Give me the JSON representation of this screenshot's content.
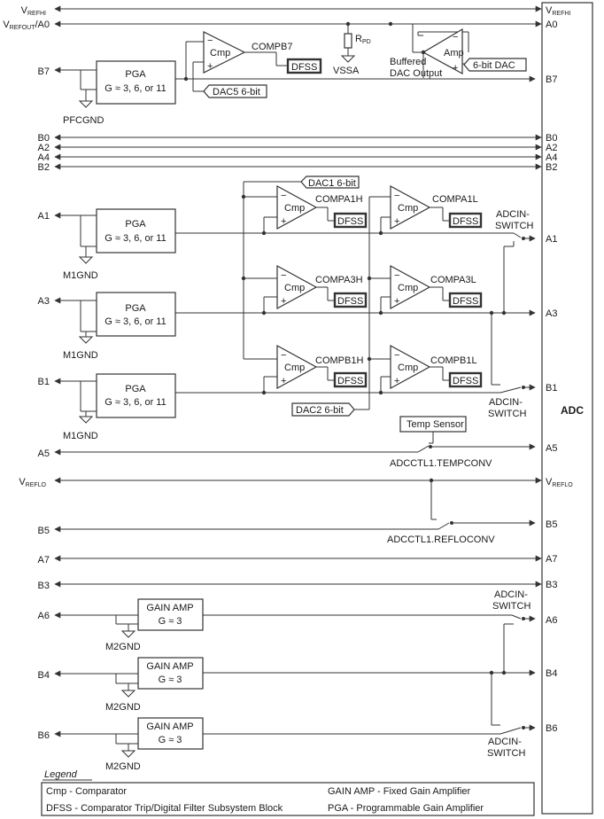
{
  "adc_label": "ADC",
  "left_pins": {
    "vrefhi": "V",
    "vrefhi_sub": "REFHI",
    "vrefout": "V",
    "vrefout_sub": "REFOUT",
    "vrefout_suffix": "/A0",
    "b7": "B7",
    "b0": "B0",
    "a2": "A2",
    "a4": "A4",
    "b2": "B2",
    "a1": "A1",
    "a3": "A3",
    "b1": "B1",
    "a5": "A5",
    "vreflo": "V",
    "vreflo_sub": "REFLO",
    "b5": "B5",
    "a7": "A7",
    "b3": "B3",
    "a6": "A6",
    "b4": "B4",
    "b6": "B6"
  },
  "adc_pins": {
    "vrefhi": "V",
    "vrefhi_sub": "REFHI",
    "a0": "A0",
    "b7": "B7",
    "b0": "B0",
    "a2": "A2",
    "a4": "A4",
    "b2": "B2",
    "a1": "A1",
    "a3": "A3",
    "b1": "B1",
    "a5": "A5",
    "vreflo": "V",
    "vreflo_sub": "REFLO",
    "b5": "B5",
    "a7": "A7",
    "b3": "B3",
    "a6": "A6",
    "b4": "B4",
    "b6": "B6"
  },
  "pga": {
    "title": "PGA",
    "gain": "G ≈ 3, 6, or 11"
  },
  "gain_amp": {
    "title": "GAIN AMP",
    "gain": "G ≈ 3"
  },
  "grounds": {
    "pfcgnd": "PFCGND",
    "m1gnd_a": "M1GND",
    "m1gnd_b": "M1GND",
    "m2gnd_a": "M2GND",
    "m2gnd_b": "M2GND",
    "m2gnd_c": "M2GND",
    "vssa": "VSSA"
  },
  "comparators": {
    "cmp_text": "Cmp",
    "dfss_text": "DFSS",
    "compb7": "COMPB7",
    "compa1h": "COMPA1H",
    "compa1l": "COMPA1L",
    "compa3h": "COMPA3H",
    "compa3l": "COMPA3L",
    "compb1h": "COMPB1H",
    "compb1l": "COMPB1L"
  },
  "dacs": {
    "dac5": "DAC5 6-bit",
    "dac1": "DAC1 6-bit",
    "dac2": "DAC2 6-bit",
    "dac6": "6-bit DAC"
  },
  "amp": {
    "text": "Amp",
    "buffered_1": "Buffered",
    "buffered_2": "DAC Output"
  },
  "rpd": {
    "main": "R",
    "sub": "PD"
  },
  "switches": {
    "adcin_1": "ADCIN-",
    "adcin_2": "SWITCH"
  },
  "temp_sensor": "Temp Sensor",
  "tempconv": "ADCCTL1.TEMPCONV",
  "refloconv": "ADCCTL1.REFLOCONV",
  "legend": {
    "title": "Legend",
    "cmp": "Cmp - Comparator",
    "dfss": "DFSS - Comparator Trip/Digital Filter Subsystem Block",
    "gainamp": "GAIN AMP - Fixed Gain Amplifier",
    "pga": "PGA - Programmable Gain Amplifier"
  }
}
